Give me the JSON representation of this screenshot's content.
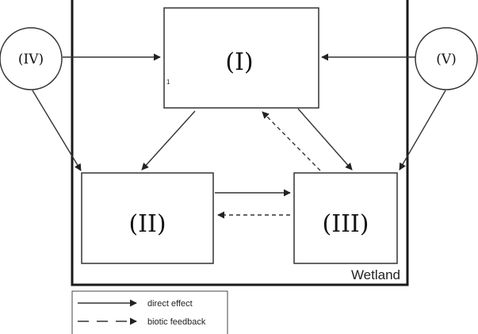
{
  "diagram": {
    "boxes": {
      "I": "(I)",
      "II": "(II)",
      "III": "(III)"
    },
    "circles": {
      "IV": "(IV)",
      "V": "(V)"
    },
    "boundary_label": "Wetland",
    "small_mark": "1",
    "legend": {
      "direct_effect": "direct effect",
      "biotic_feedback": "biotic feedback"
    }
  }
}
